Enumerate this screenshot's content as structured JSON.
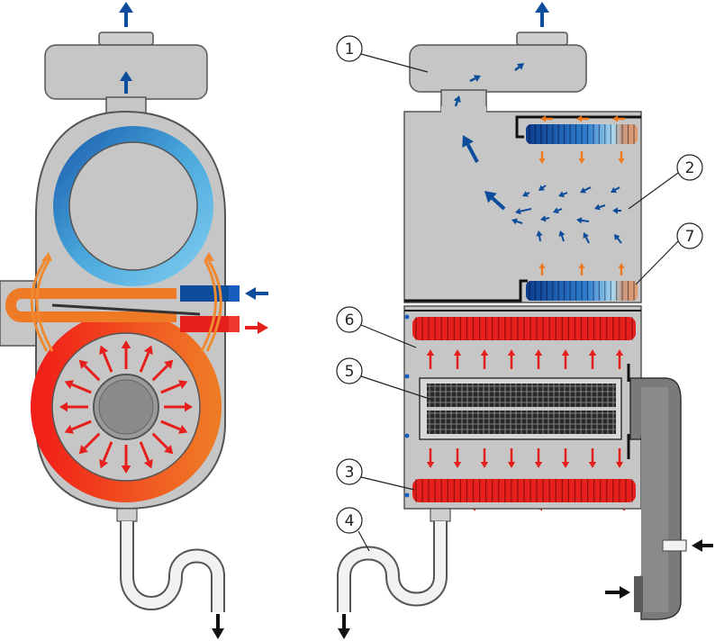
{
  "callouts": [
    {
      "id": "1",
      "label": "1"
    },
    {
      "id": "2",
      "label": "2"
    },
    {
      "id": "3",
      "label": "3"
    },
    {
      "id": "4",
      "label": "4"
    },
    {
      "id": "5",
      "label": "5"
    },
    {
      "id": "6",
      "label": "6"
    },
    {
      "id": "7",
      "label": "7"
    }
  ],
  "colors": {
    "casing": "#c6c6c6",
    "casing_stroke": "#555555",
    "hot_red": "#e5201c",
    "warm_orange": "#f07a22",
    "cool_blue": "#0d4c9a",
    "light_blue": "#6cc2e8",
    "dark_gray": "#707070",
    "black": "#111111"
  },
  "icons": {
    "flue_up": "arrow-up-icon",
    "water_in": "arrow-left-icon",
    "water_out": "arrow-right-icon",
    "drain": "arrow-down-icon",
    "air_inlet": "arrow-left-icon",
    "gas_inlet": "arrow-right-icon"
  }
}
